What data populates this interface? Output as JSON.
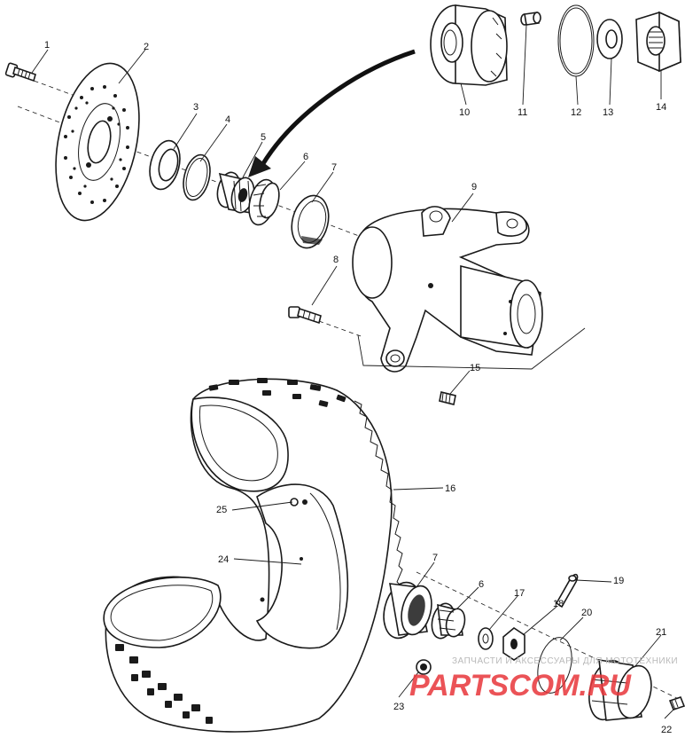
{
  "callouts": [
    {
      "label": "1"
    },
    {
      "label": "2"
    },
    {
      "label": "3"
    },
    {
      "label": "4"
    },
    {
      "label": "5"
    },
    {
      "label": "6"
    },
    {
      "label": "7"
    },
    {
      "label": "8"
    },
    {
      "label": "9"
    },
    {
      "label": "10"
    },
    {
      "label": "11"
    },
    {
      "label": "12"
    },
    {
      "label": "13"
    },
    {
      "label": "14"
    },
    {
      "label": "15"
    },
    {
      "label": "16"
    },
    {
      "label": "25"
    },
    {
      "label": "24"
    },
    {
      "label": "7"
    },
    {
      "label": "6"
    },
    {
      "label": "17"
    },
    {
      "label": "18"
    },
    {
      "label": "19"
    },
    {
      "label": "20"
    },
    {
      "label": "21"
    },
    {
      "label": "23"
    },
    {
      "label": "22"
    }
  ],
  "watermark": {
    "tagline": "ЗАПЧАСТИ И АКСЕССУАРЫ ДЛЯ МОТОТЕХНИКИ",
    "logo": "PARTSCOM.RU",
    "color": "#e8363a"
  }
}
